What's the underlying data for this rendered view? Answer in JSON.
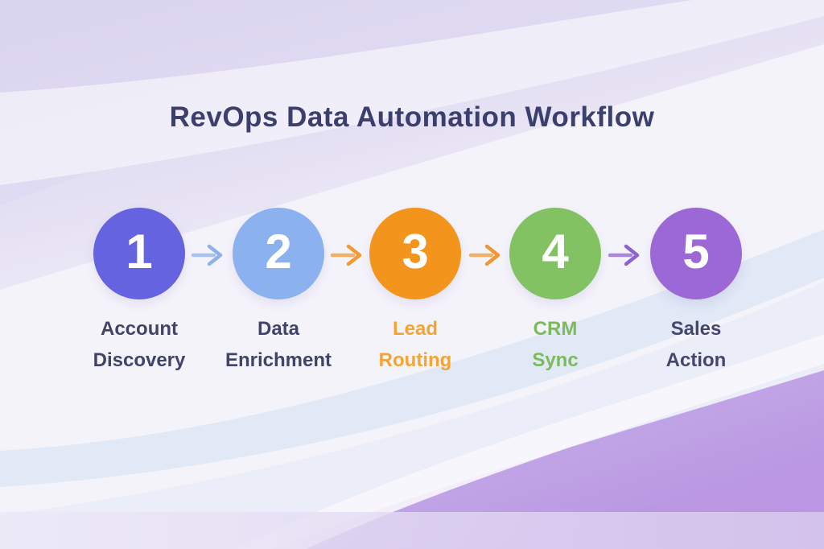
{
  "title": {
    "text": "RevOps Data Automation Workflow",
    "color": "#3b3f6e"
  },
  "steps": [
    {
      "number": "1",
      "label_line1": "Account",
      "label_line2": "Discovery",
      "circle_color": "#6663e1",
      "label_color": "#3f4468"
    },
    {
      "number": "2",
      "label_line1": "Data",
      "label_line2": "Enrichment",
      "circle_color": "#8bb2ee",
      "label_color": "#3f4468"
    },
    {
      "number": "3",
      "label_line1": "Lead",
      "label_line2": "Routing",
      "circle_color": "#f3941c",
      "label_color": "#f2a434"
    },
    {
      "number": "4",
      "label_line1": "CRM",
      "label_line2": "Sync",
      "circle_color": "#82c263",
      "label_color": "#7cbb5c"
    },
    {
      "number": "5",
      "label_line1": "Sales",
      "label_line2": "Action",
      "circle_color": "#9b68d6",
      "label_color": "#45466b"
    }
  ],
  "arrows": [
    {
      "color": "#8fb0ea"
    },
    {
      "color": "#f09a36"
    },
    {
      "color": "#ef9833"
    },
    {
      "color": "#8d63d2"
    }
  ]
}
